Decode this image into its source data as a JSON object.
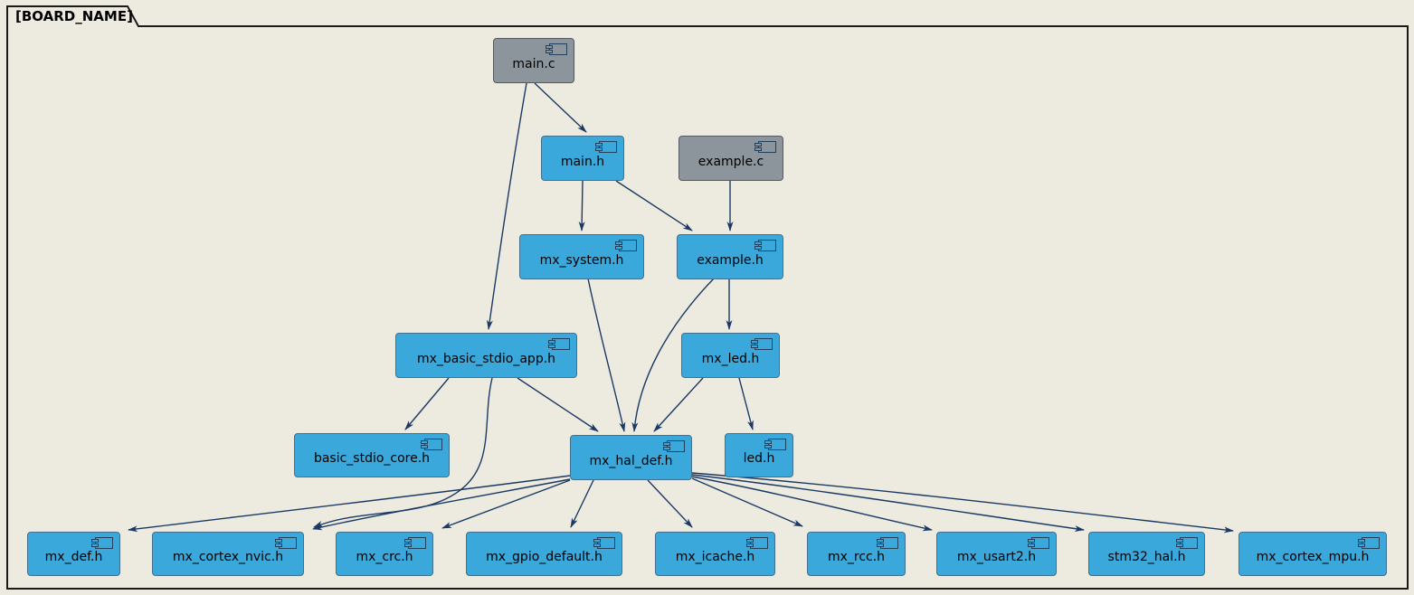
{
  "frame": {
    "title": "[BOARD_NAME]"
  },
  "diagram": {
    "type": "component-dependency-graph",
    "nodes": [
      {
        "id": "main.c",
        "label": "main.c",
        "kind": "source"
      },
      {
        "id": "main.h",
        "label": "main.h",
        "kind": "header"
      },
      {
        "id": "example.c",
        "label": "example.c",
        "kind": "source"
      },
      {
        "id": "mx_system.h",
        "label": "mx_system.h",
        "kind": "header"
      },
      {
        "id": "example.h",
        "label": "example.h",
        "kind": "header"
      },
      {
        "id": "mx_basic_stdio_app.h",
        "label": "mx_basic_stdio_app.h",
        "kind": "header"
      },
      {
        "id": "mx_led.h",
        "label": "mx_led.h",
        "kind": "header"
      },
      {
        "id": "basic_stdio_core.h",
        "label": "basic_stdio_core.h",
        "kind": "header"
      },
      {
        "id": "mx_hal_def.h",
        "label": "mx_hal_def.h",
        "kind": "header"
      },
      {
        "id": "led.h",
        "label": "led.h",
        "kind": "header"
      },
      {
        "id": "mx_def.h",
        "label": "mx_def.h",
        "kind": "header"
      },
      {
        "id": "mx_cortex_nvic.h",
        "label": "mx_cortex_nvic.h",
        "kind": "header"
      },
      {
        "id": "mx_crc.h",
        "label": "mx_crc.h",
        "kind": "header"
      },
      {
        "id": "mx_gpio_default.h",
        "label": "mx_gpio_default.h",
        "kind": "header"
      },
      {
        "id": "mx_icache.h",
        "label": "mx_icache.h",
        "kind": "header"
      },
      {
        "id": "mx_rcc.h",
        "label": "mx_rcc.h",
        "kind": "header"
      },
      {
        "id": "mx_usart2.h",
        "label": "mx_usart2.h",
        "kind": "header"
      },
      {
        "id": "stm32_hal.h",
        "label": "stm32_hal.h",
        "kind": "header"
      },
      {
        "id": "mx_cortex_mpu.h",
        "label": "mx_cortex_mpu.h",
        "kind": "header"
      }
    ],
    "edges": [
      {
        "from": "main.c",
        "to": "main.h"
      },
      {
        "from": "main.c",
        "to": "mx_basic_stdio_app.h"
      },
      {
        "from": "main.h",
        "to": "mx_system.h"
      },
      {
        "from": "main.h",
        "to": "example.h"
      },
      {
        "from": "example.c",
        "to": "example.h"
      },
      {
        "from": "mx_system.h",
        "to": "mx_hal_def.h"
      },
      {
        "from": "example.h",
        "to": "mx_led.h"
      },
      {
        "from": "example.h",
        "to": "mx_hal_def.h"
      },
      {
        "from": "mx_led.h",
        "to": "mx_hal_def.h"
      },
      {
        "from": "mx_led.h",
        "to": "led.h"
      },
      {
        "from": "mx_basic_stdio_app.h",
        "to": "basic_stdio_core.h"
      },
      {
        "from": "mx_basic_stdio_app.h",
        "to": "mx_hal_def.h"
      },
      {
        "from": "mx_basic_stdio_app.h",
        "to": "mx_cortex_nvic.h"
      },
      {
        "from": "mx_hal_def.h",
        "to": "mx_def.h"
      },
      {
        "from": "mx_hal_def.h",
        "to": "mx_cortex_nvic.h"
      },
      {
        "from": "mx_hal_def.h",
        "to": "mx_crc.h"
      },
      {
        "from": "mx_hal_def.h",
        "to": "mx_gpio_default.h"
      },
      {
        "from": "mx_hal_def.h",
        "to": "mx_icache.h"
      },
      {
        "from": "mx_hal_def.h",
        "to": "mx_rcc.h"
      },
      {
        "from": "mx_hal_def.h",
        "to": "mx_usart2.h"
      },
      {
        "from": "mx_hal_def.h",
        "to": "stm32_hal.h"
      },
      {
        "from": "mx_hal_def.h",
        "to": "mx_cortex_mpu.h"
      }
    ],
    "colors": {
      "header_fill": "#3BA8DC",
      "source_fill": "#8C959C",
      "edge": "#1A3A64",
      "frame_border": "#1A1A1A",
      "background": "#EDEAE0"
    }
  }
}
